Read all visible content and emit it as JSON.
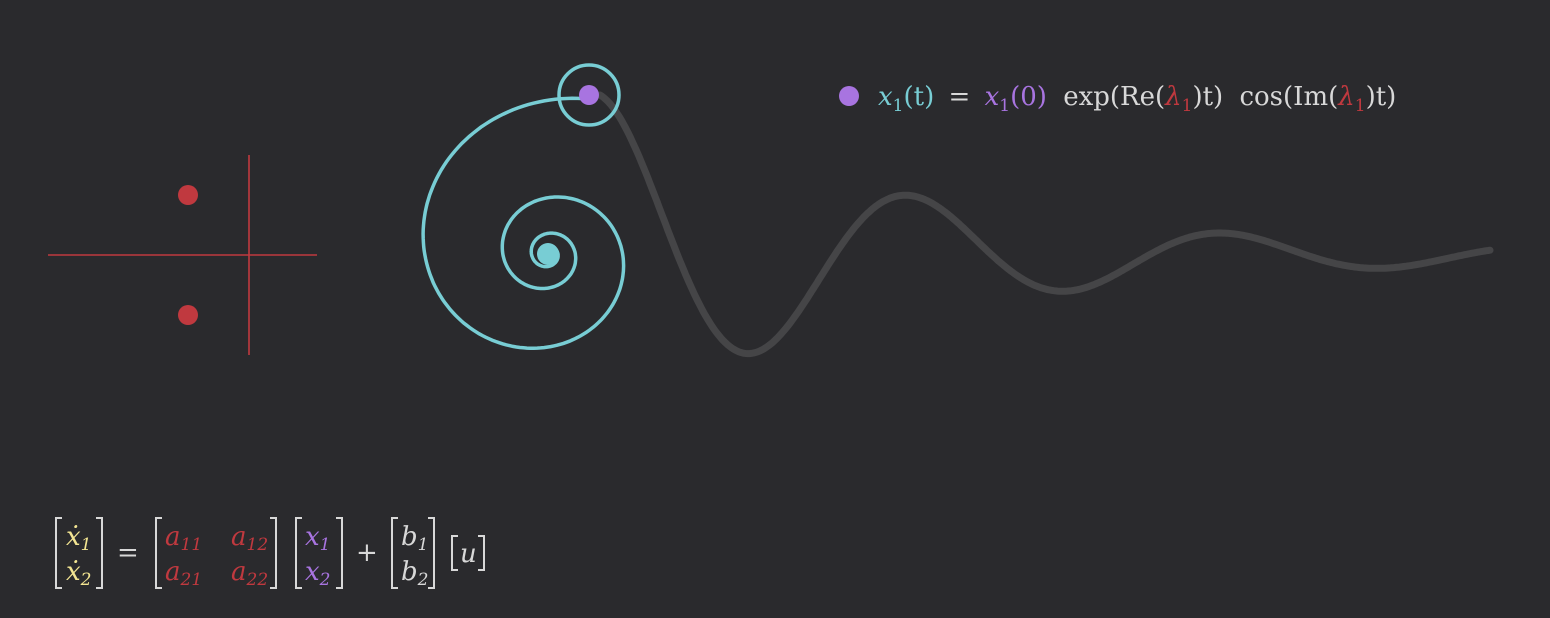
{
  "colors": {
    "background": "#2a2a2d",
    "eigen": "#c0393f",
    "state": "#78cdd4",
    "initial": "#a874e0",
    "signal": "#454547",
    "derivative": "#f3e592",
    "text": "#d8d8d8"
  },
  "equation_top": {
    "lhs": "x",
    "lhs_sub": "1",
    "lhs_arg": "(t)",
    "equals": "=",
    "x0": "x",
    "x0_sub": "1",
    "x0_arg": "(0)",
    "exp": "exp(Re(",
    "lambda1": "λ",
    "lambda1_sub": "1",
    "after_lambda1": ")t)",
    "cos": "cos(Im(",
    "lambda2": "λ",
    "lambda2_sub": "1",
    "after_lambda2": ")t)"
  },
  "equation_bottom": {
    "xdot": "ẋ",
    "sub1": "1",
    "sub2": "2",
    "equals": "=",
    "a": "a",
    "a11": "11",
    "a12": "12",
    "a21": "21",
    "a22": "22",
    "x": "x",
    "plus": "+",
    "b": "b",
    "u": "u"
  }
}
